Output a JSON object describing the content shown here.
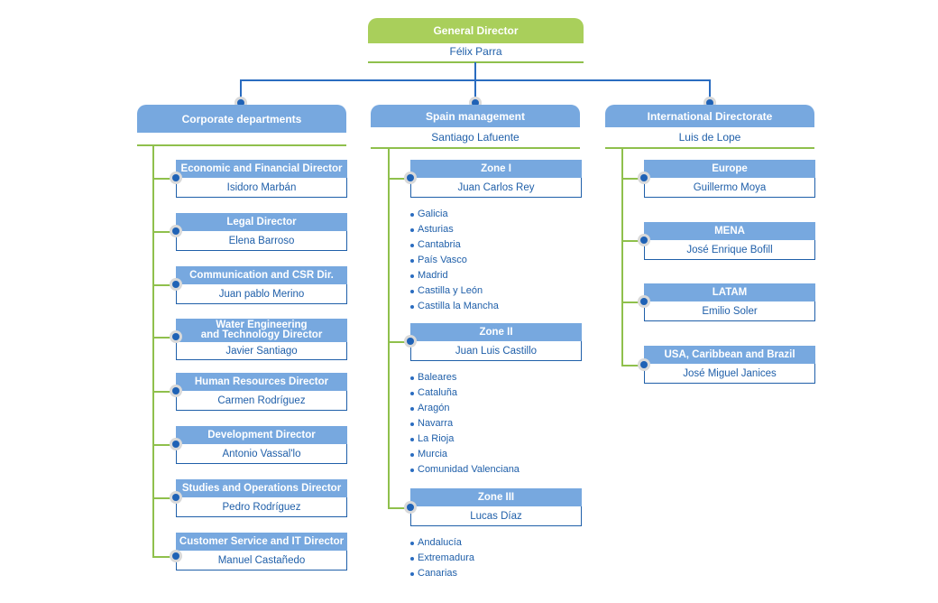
{
  "general": {
    "title": "General Director",
    "name": "Félix Parra"
  },
  "columns": [
    {
      "title": "Corporate departments",
      "name": "",
      "boxes": [
        {
          "title": "Economic and Financial Director",
          "name": "Isidoro Marbán"
        },
        {
          "title": "Legal Director",
          "name": "Elena Barroso"
        },
        {
          "title": "Communication and CSR Dir.",
          "name": "Juan pablo Merino"
        },
        {
          "title": "Water Engineering\nand Technology Director",
          "name": "Javier Santiago"
        },
        {
          "title": "Human Resources Director",
          "name": "Carmen Rodríguez"
        },
        {
          "title": "Development Director",
          "name": "Antonio Vassal'lo"
        },
        {
          "title": "Studies and Operations Director",
          "name": "Pedro Rodríguez"
        },
        {
          "title": "Customer Service and IT Director",
          "name": "Manuel Castañedo"
        }
      ]
    },
    {
      "title": "Spain management",
      "name": "Santiago Lafuente",
      "zones": [
        {
          "title": "Zone I",
          "name": "Juan Carlos Rey",
          "regions": [
            "Galicia",
            "Asturias",
            "Cantabria",
            "País Vasco",
            "Madrid",
            "Castilla y León",
            "Castilla la Mancha"
          ]
        },
        {
          "title": "Zone II",
          "name": "Juan Luis Castillo",
          "regions": [
            "Baleares",
            "Cataluña",
            "Aragón",
            "Navarra",
            "La Rioja",
            "Murcia",
            "Comunidad Valenciana"
          ]
        },
        {
          "title": "Zone III",
          "name": "Lucas Díaz",
          "regions": [
            "Andalucía",
            "Extremadura",
            "Canarias"
          ]
        }
      ]
    },
    {
      "title": "International Directorate",
      "name": "Luis de Lope",
      "boxes": [
        {
          "title": "Europe",
          "name": "Guillermo Moya"
        },
        {
          "title": "MENA",
          "name": "José Enrique Bofill"
        },
        {
          "title": "LATAM",
          "name": "Emilio Soler"
        },
        {
          "title": "USA, Caribbean and Brazil",
          "name": "José Miguel Janices"
        }
      ]
    }
  ]
}
